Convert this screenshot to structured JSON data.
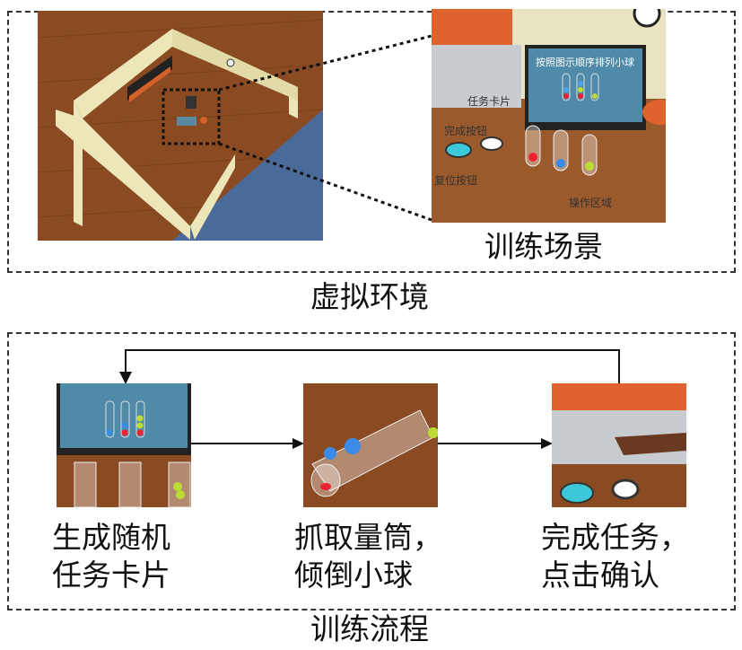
{
  "top_section": {
    "title": "虚拟环境",
    "scene_caption": "训练场景",
    "scene_labels": {
      "screen_text": "按照图示顺序排列小球",
      "task_card": "任务卡片",
      "finish_button": "完成按钮",
      "reset_button": "复位按钮",
      "operation_area": "操作区域"
    }
  },
  "bottom_section": {
    "title": "训练流程",
    "steps": [
      {
        "line1": "生成随机",
        "line2": "任务卡片"
      },
      {
        "line1": "抓取量筒，",
        "line2": "倾倒小球"
      },
      {
        "line1": "完成任务，",
        "line2": "点击确认"
      }
    ]
  },
  "colors": {
    "wood": "#8a4a22",
    "wall": "#ece6b8",
    "screen": "#4f8aa8",
    "orange": "#e0622c"
  }
}
